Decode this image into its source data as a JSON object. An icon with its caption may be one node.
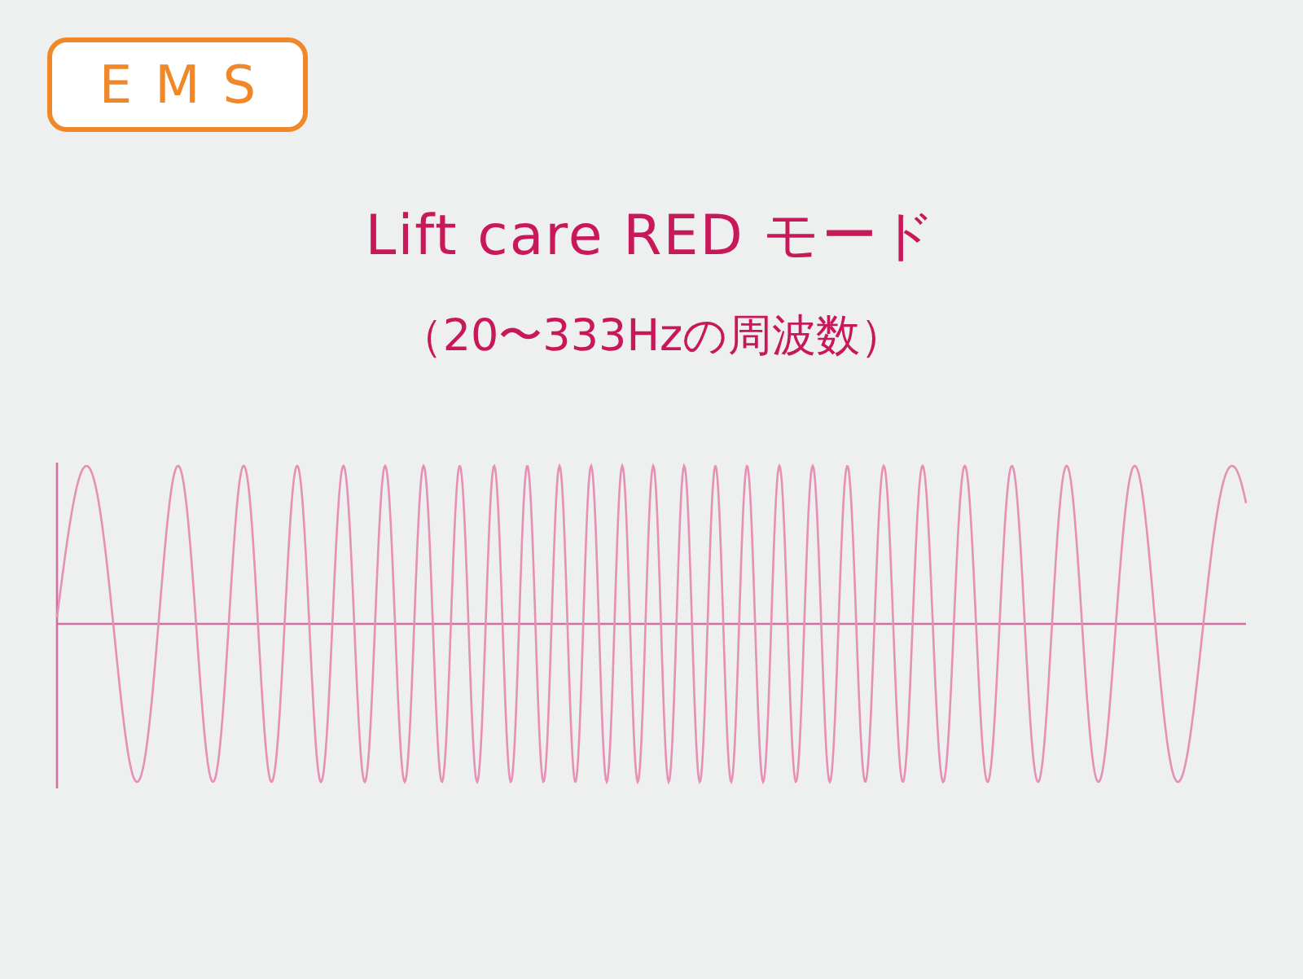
{
  "diagram": {
    "title": "Lift care RED モード",
    "nodes": [
      {
        "text": [
          "EMS"
        ]
      }
    ],
    "edges": [],
    "labels": [
      "（20〜333Hzの周波数）"
    ]
  }
}
